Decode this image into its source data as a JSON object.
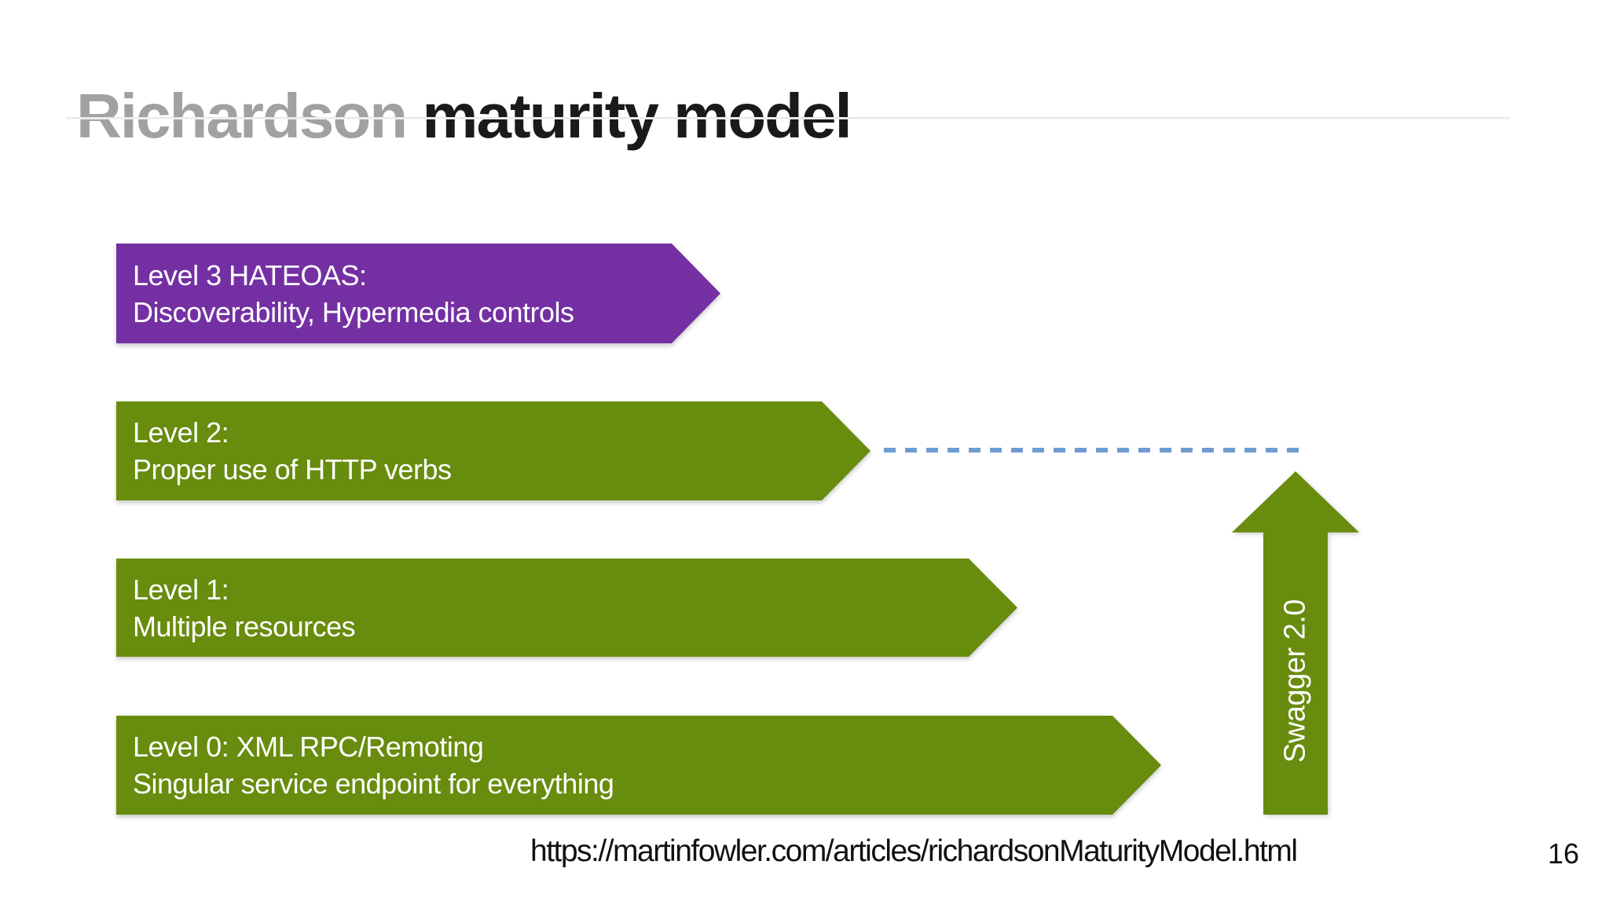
{
  "slide": {
    "title": {
      "muted_part": "Richardson",
      "main_part": "maturity model",
      "muted_color": "#a1a1a1",
      "main_color": "#1a1a1a"
    },
    "levels": [
      {
        "id": "level-3",
        "line1": "Level 3 HATEOAS:",
        "line2": "Discoverability, Hypermedia controls",
        "color": "#7430a3"
      },
      {
        "id": "level-2",
        "line1": "Level 2:",
        "line2": "Proper use of HTTP verbs",
        "color": "#688c0e"
      },
      {
        "id": "level-1",
        "line1": "Level 1:",
        "line2": "Multiple resources",
        "color": "#688c0e"
      },
      {
        "id": "level-0",
        "line1": "Level 0: XML RPC/Remoting",
        "line2": "Singular service endpoint for everything",
        "color": "#688c0e"
      }
    ],
    "dashed_line": {
      "color": "#6e9cd2"
    },
    "swagger_arrow": {
      "label": "Swagger 2.0",
      "color": "#688c0e"
    },
    "footer": {
      "url": "https://martinfowler.com/articles/richardsonMaturityModel.html",
      "page_number": "16"
    }
  }
}
